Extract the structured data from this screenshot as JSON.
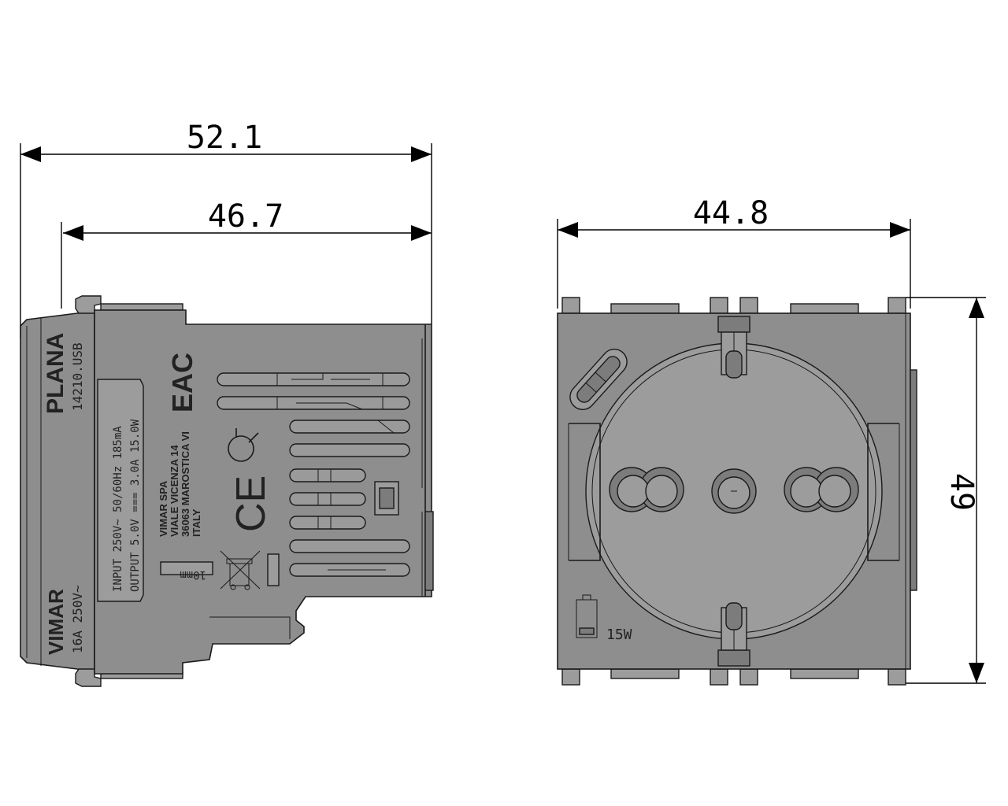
{
  "dimensions": {
    "side_total_width": "52.1",
    "side_body_width": "46.7",
    "front_width": "44.8",
    "front_height": "49"
  },
  "side_view": {
    "brand_top": "PLANA",
    "model": "14210.USB",
    "brand_bottom": "VIMAR",
    "rating": "16A 250V~",
    "input_line": "INPUT 250V~ 50/60Hz 185mA",
    "output_line": "OUTPUT 5.0V === 3.0A 15.0W",
    "maker": [
      "VIMAR SPA",
      "VIALE VICENZA 14",
      "36063 MAROSTICA VI",
      "ITALY"
    ],
    "strip_label": "10mm",
    "eac_mark": "EAC",
    "ce_mark": "CE"
  },
  "front_view": {
    "power_label": "15W"
  }
}
